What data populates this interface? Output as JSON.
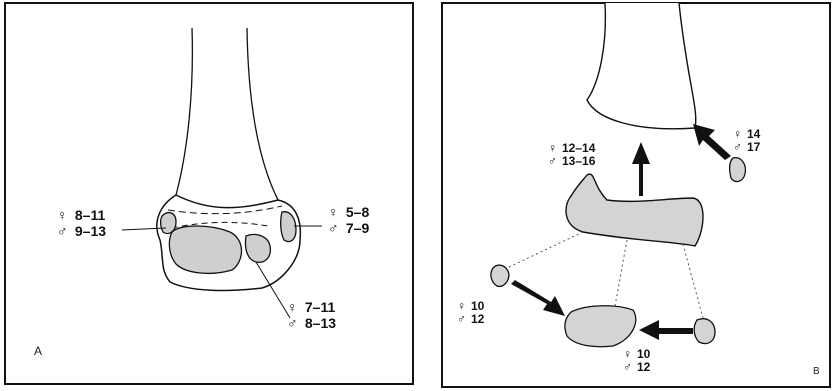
{
  "panel_a": {
    "letter": "A",
    "labels": [
      {
        "id": "a-left",
        "female": "8–11",
        "male": "9–13"
      },
      {
        "id": "a-right",
        "female": "5–8",
        "male": "7–9"
      },
      {
        "id": "a-bottom",
        "female": "7–11",
        "male": "8–13"
      }
    ]
  },
  "panel_b": {
    "letter": "B",
    "labels": [
      {
        "id": "b-shaft",
        "female": "12–14",
        "male": "13–16"
      },
      {
        "id": "b-right-top",
        "female": "14",
        "male": "17"
      },
      {
        "id": "b-left-bottom",
        "female": "10",
        "male": "12"
      },
      {
        "id": "b-bottom",
        "female": "10",
        "male": "12"
      }
    ]
  },
  "symbols": {
    "female": "♀",
    "male": "♂"
  }
}
